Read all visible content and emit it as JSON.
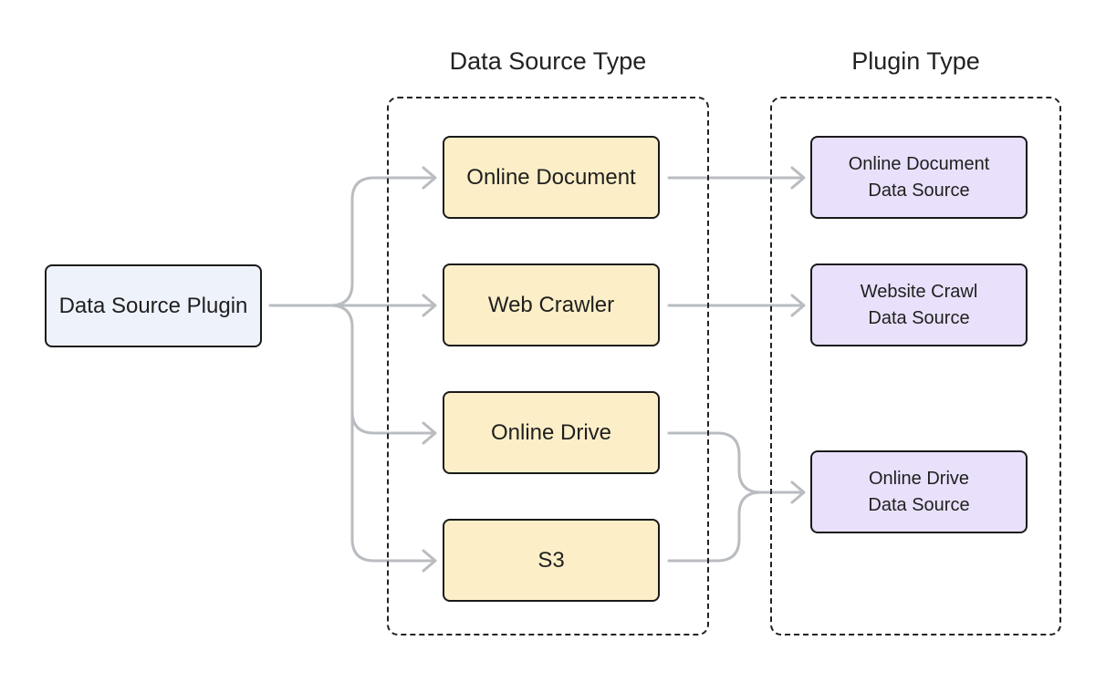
{
  "groups": {
    "data_source_type": {
      "title": "Data Source Type"
    },
    "plugin_type": {
      "title": "Plugin Type"
    }
  },
  "root": {
    "label": "Data Source Plugin"
  },
  "data_source_types": [
    {
      "label": "Online Document"
    },
    {
      "label": "Web Crawler"
    },
    {
      "label": "Online Drive"
    },
    {
      "label": "S3"
    }
  ],
  "plugin_types": [
    {
      "line1": "Online Document",
      "line2": "Data Source"
    },
    {
      "line1": "Website Crawl",
      "line2": "Data Source"
    },
    {
      "line1": "Online Drive",
      "line2": "Data Source"
    }
  ],
  "colors": {
    "root_fill": "#eef2fb",
    "type_fill": "#fcefc8",
    "plugin_fill": "#e9e0fb",
    "connector": "#b9bcc0"
  }
}
